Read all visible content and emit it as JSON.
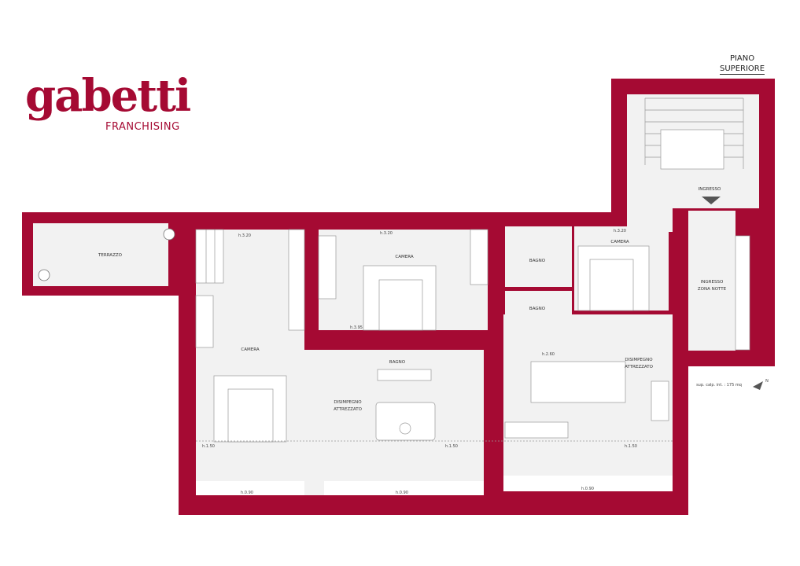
{
  "logo": {
    "word": "gabetti",
    "sub": "FRANCHISING"
  },
  "plan_title": {
    "line1": "PIANO",
    "line2": "SUPERIORE"
  },
  "colors": {
    "wall": "#a50a33",
    "floor": "#f2f2f2"
  },
  "rooms": {
    "terrazzo": "TERRAZZO",
    "camera_left": "CAMERA",
    "camera_center": "CAMERA",
    "camera_right": "CAMERA",
    "bagno_top": "BAGNO",
    "bagno_mid": "BAGNO",
    "bagno_small": "BAGNO",
    "ingresso": "INGRESSO",
    "ingresso_zona_notte_1": "INGRESSO",
    "ingresso_zona_notte_2": "ZONA NOTTE",
    "disimpegno_mid_1": "DISIMPEGNO",
    "disimpegno_mid_2": "ATTREZZATO",
    "disimpegno_right_1": "DISIMPEGNO",
    "disimpegno_right_2": "ATTREZZATO"
  },
  "heights": {
    "h_camera_left_top": "h.3.20",
    "h_camera_center_top": "h.3.20",
    "h_camera_center_low": "h.3.95",
    "h_camera_right": "h.3.20",
    "h_bagno": "h.2.60",
    "h_left_150": "h.1.50",
    "h_mid_150": "h.1.50",
    "h_right_150": "h.1.50",
    "h_left_090": "h.0.90",
    "h_mid_090": "h.0.90",
    "h_right_090": "h.0.90"
  },
  "surface": "sup. calp. int. : 175 mq",
  "north": "N"
}
